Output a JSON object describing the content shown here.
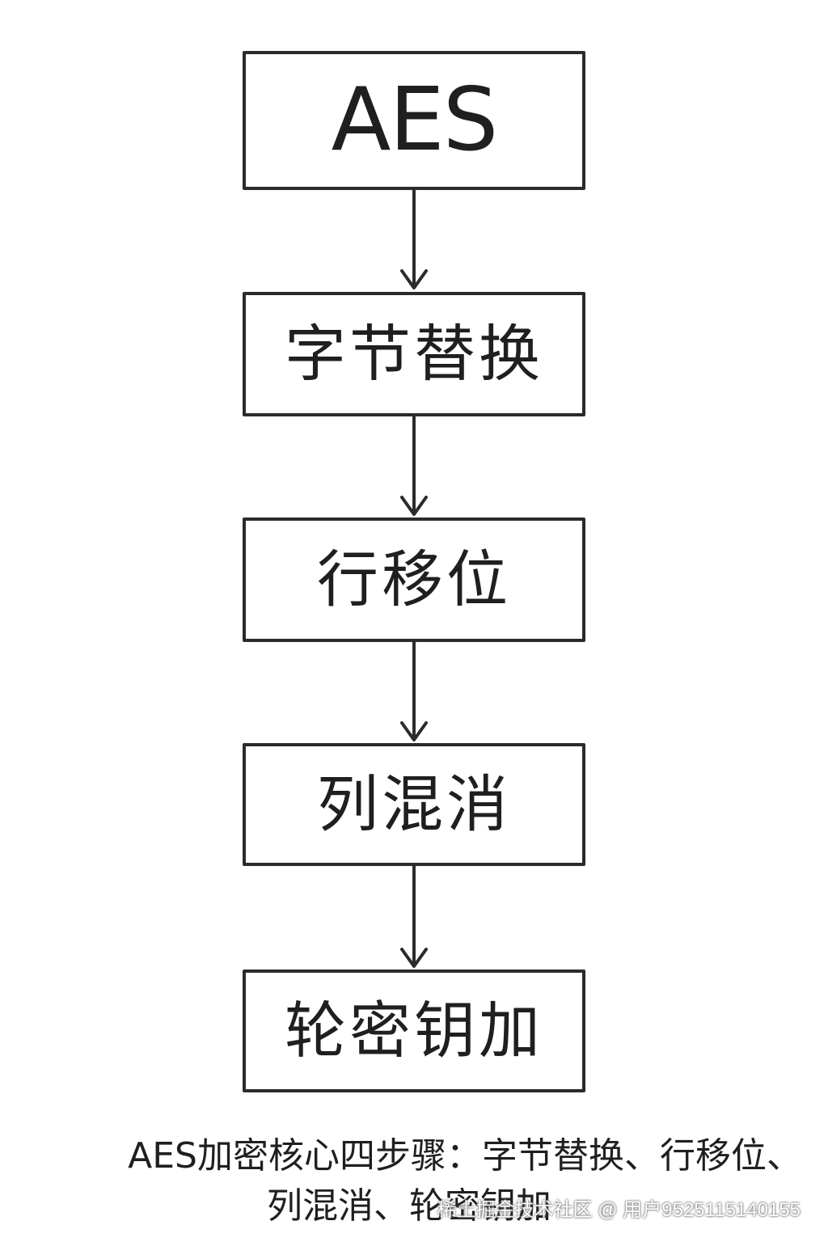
{
  "diagram": {
    "nodes": [
      {
        "id": "n0",
        "label": "AES"
      },
      {
        "id": "n1",
        "label": "字节替换"
      },
      {
        "id": "n2",
        "label": "行移位"
      },
      {
        "id": "n3",
        "label": "列混消"
      },
      {
        "id": "n4",
        "label": "轮密钥加"
      }
    ],
    "edges": [
      {
        "from": "n0",
        "to": "n1"
      },
      {
        "from": "n1",
        "to": "n2"
      },
      {
        "from": "n2",
        "to": "n3"
      },
      {
        "from": "n3",
        "to": "n4"
      }
    ]
  },
  "caption": {
    "line1": "AES加密核心四步骤：字节替换、行移位、",
    "line2": "列混消、轮密钥加"
  },
  "watermark": {
    "text": "稀土掘金技术社区 @ 用户9525115140155"
  },
  "colors": {
    "stroke": "#2b2b2b",
    "text": "#1f1f1f",
    "background": "#ffffff"
  }
}
